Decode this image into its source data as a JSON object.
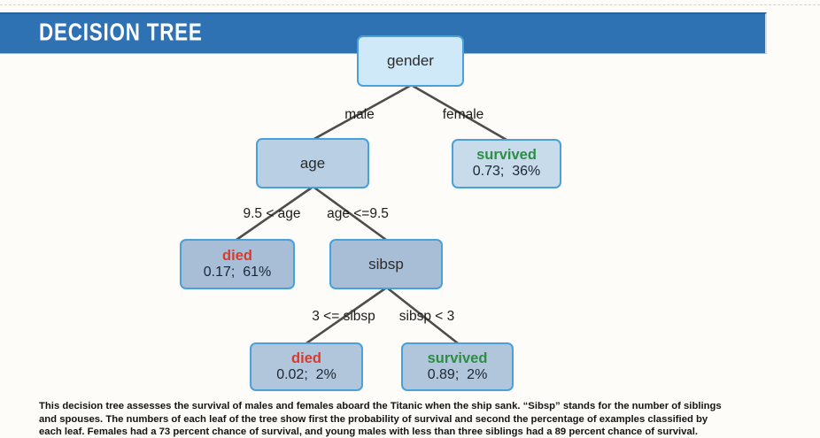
{
  "header": {
    "title": "DECISION TREE"
  },
  "tree": {
    "root": {
      "label": "gender"
    },
    "nodes": {
      "age": {
        "label": "age"
      },
      "survived_female": {
        "label": "survived",
        "value": "0.73;  36%"
      },
      "died_older": {
        "label": "died",
        "value": "0.17;  61%"
      },
      "sibsp": {
        "label": "sibsp"
      },
      "died_many_siblings": {
        "label": "died",
        "value": "0.02;  2%"
      },
      "survived_few_siblings": {
        "label": "survived",
        "value": "0.89;  2%"
      }
    },
    "edge_labels": {
      "male": "male",
      "female": "female",
      "age_greater": "9.5 < age",
      "age_lessequal": "age <=9.5",
      "sibsp_greaterequal": "3 <= sibsp",
      "sibsp_less": "sibsp < 3"
    }
  },
  "caption": {
    "line1": "This decision tree assesses the survival of males and females aboard the Titanic when the ship sank. “Sibsp” stands for the number of siblings",
    "line2": "and spouses. The numbers of each leaf of the tree show first the probability of survival and second the percentage of examples classified by",
    "line3": "each leaf. Females had a 73 percent chance of survival, and young males with less than three siblings had a 89 percent chance of survival."
  },
  "colors": {
    "banner_blue": "#2f72b4",
    "node_border_blue": "#4aa0d8",
    "root_fill": "#cfe9f8",
    "level2_fill": "#b9cfe3",
    "level3_fill": "#a8bed7",
    "level4_fill": "#b2c6db",
    "died_red": "#d93a2b",
    "survived_green": "#2c8e44",
    "edge_line_gray": "#4d4d4b"
  }
}
